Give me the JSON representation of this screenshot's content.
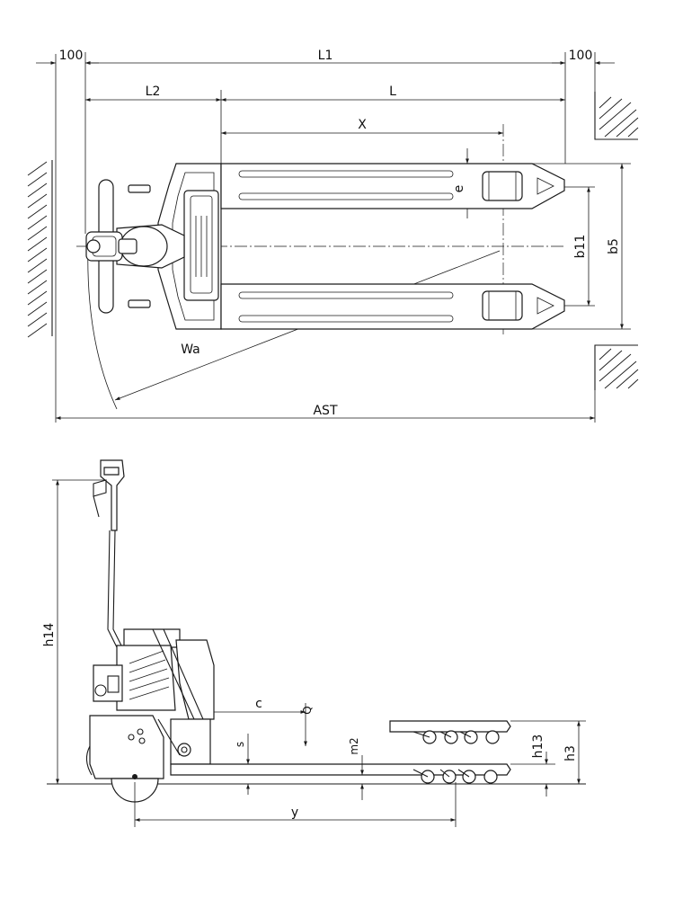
{
  "top_view": {
    "dimensions": {
      "clearance_left": "100",
      "overall_length": "L1",
      "clearance_right": "100",
      "head_length": "L2",
      "fork_length": "L",
      "load_center_distance": "X",
      "fork_offset": "e",
      "fork_inner_width": "b11",
      "fork_outer_width": "b5",
      "turning_radius": "Wa",
      "aisle_width": "AST"
    }
  },
  "side_view": {
    "dimensions": {
      "handle_height": "h14",
      "load_center": "c",
      "load": "Q",
      "clearance_s": "s",
      "ground_clearance": "m2",
      "lowered_height": "h13",
      "lift_height": "h3",
      "wheelbase": "y"
    }
  }
}
